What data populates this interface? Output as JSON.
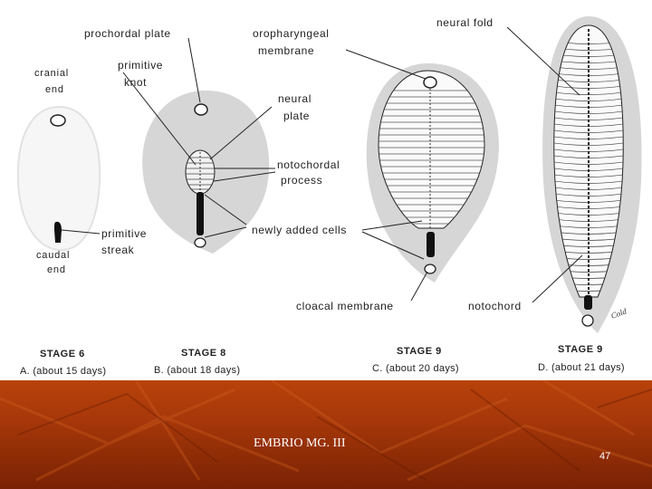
{
  "labels": {
    "prochordal_plate": "prochordal plate",
    "oropharyngeal_1": "oropharyngeal",
    "oropharyngeal_2": "membrane",
    "neural_fold": "neural fold",
    "cranial_1": "cranial",
    "cranial_2": "end",
    "primitive_knot_1": "primitive",
    "primitive_knot_2": "knot",
    "neural_plate_1": "neural",
    "neural_plate_2": "plate",
    "notochordal_1": "notochordal",
    "notochordal_2": "process",
    "newly_added": "newly added cells",
    "primitive_streak_1": "primitive",
    "primitive_streak_2": "streak",
    "caudal_1": "caudal",
    "caudal_2": "end",
    "cloacal_membrane": "cloacal membrane",
    "notochord": "notochord",
    "signature": "Cold"
  },
  "stages": [
    {
      "title": "STAGE 6",
      "caption": "A.  (about 15 days)"
    },
    {
      "title": "STAGE 8",
      "caption": "B.  (about 18 days)"
    },
    {
      "title": "STAGE 9",
      "caption": "C.  (about 20 days)"
    },
    {
      "title": "STAGE 9",
      "caption": "D.  (about 21 days)"
    }
  ],
  "footer": {
    "title": "EMBRIO MG. III",
    "page_number": "47"
  },
  "colors": {
    "footer_background": "#a8380a",
    "embryo_shadow": "#d6d6d6",
    "embryo_body": "#f4f4f4",
    "line": "#222222"
  }
}
